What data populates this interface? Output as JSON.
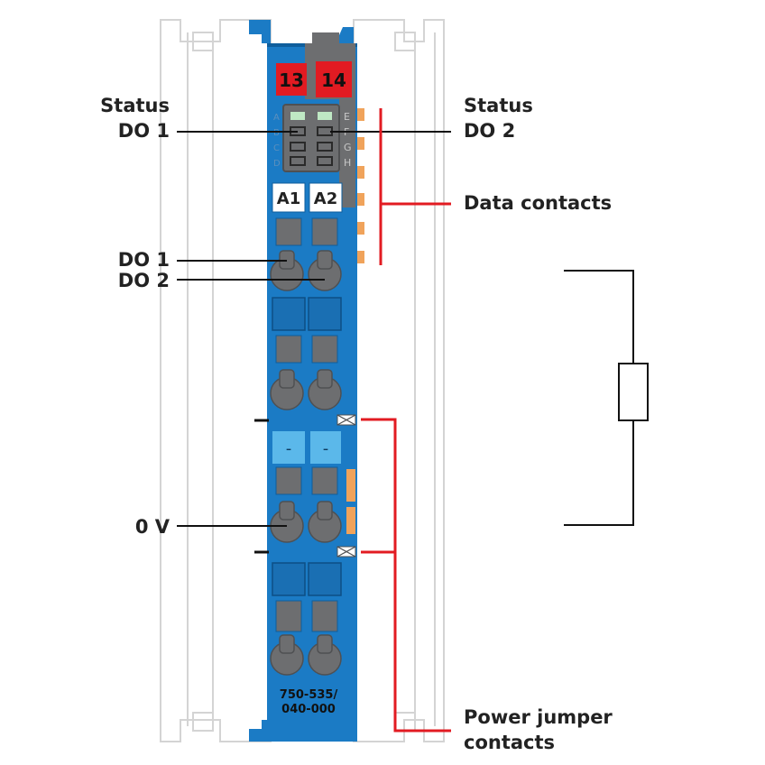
{
  "terminals": {
    "top_left": "13",
    "top_right": "14"
  },
  "led_letters_left": [
    "A",
    "B",
    "C",
    "D"
  ],
  "led_letters_right": [
    "E",
    "F",
    "G",
    "H"
  ],
  "connector_tags": {
    "left": "A1",
    "right": "A2"
  },
  "minus_tags": {
    "left": "-",
    "right": "-"
  },
  "model_number": {
    "line1": "750-535/",
    "line2": "040-000"
  },
  "callouts": {
    "status_do1": {
      "line1": "Status",
      "line2": "DO 1"
    },
    "status_do2": {
      "line1": "Status",
      "line2": "DO 2"
    },
    "data_contacts": "Data contacts",
    "do1": "DO 1",
    "do2": "DO 2",
    "zero_v": "0 V",
    "power_jumper": {
      "line1": "Power jumper",
      "line2": "contacts"
    }
  },
  "colors": {
    "module_blue": "#1b7bc5",
    "module_dark": "#0f5e9c",
    "connector_grey": "#6d6e70",
    "terminal_red": "#e21b22",
    "contact_orange": "#f0a35b",
    "accent_red": "#e21b22",
    "led_green": "#bfe8c4",
    "light_blue": "#5bb8ea"
  }
}
